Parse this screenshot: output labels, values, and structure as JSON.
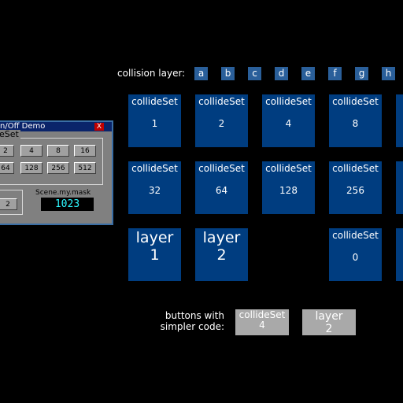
{
  "collision_layer": {
    "label": "collision layer:",
    "keys": [
      "a",
      "b",
      "c",
      "d",
      "e",
      "f",
      "g",
      "h"
    ]
  },
  "tiles": {
    "title": "collideSet",
    "row1": [
      "1",
      "2",
      "4",
      "8"
    ],
    "row2": [
      "32",
      "64",
      "128",
      "256"
    ],
    "layer_word": "layer",
    "layer_values": [
      "1",
      "2"
    ],
    "row3_collide_value": "0"
  },
  "simple": {
    "hint_line1": "buttons with",
    "hint_line2": "simpler code:",
    "btn1_title": "collideSet",
    "btn1_value": "4",
    "btn2_title": "layer",
    "btn2_value": "2"
  },
  "window": {
    "title": "n/Off Demo",
    "close": "X",
    "group_title": "eSet",
    "buttons": [
      "2",
      "4",
      "8",
      "16",
      "64",
      "128",
      "256",
      "512"
    ],
    "small_btn": "2",
    "mask_label": "Scene.my.mask",
    "mask_value": "1023"
  }
}
